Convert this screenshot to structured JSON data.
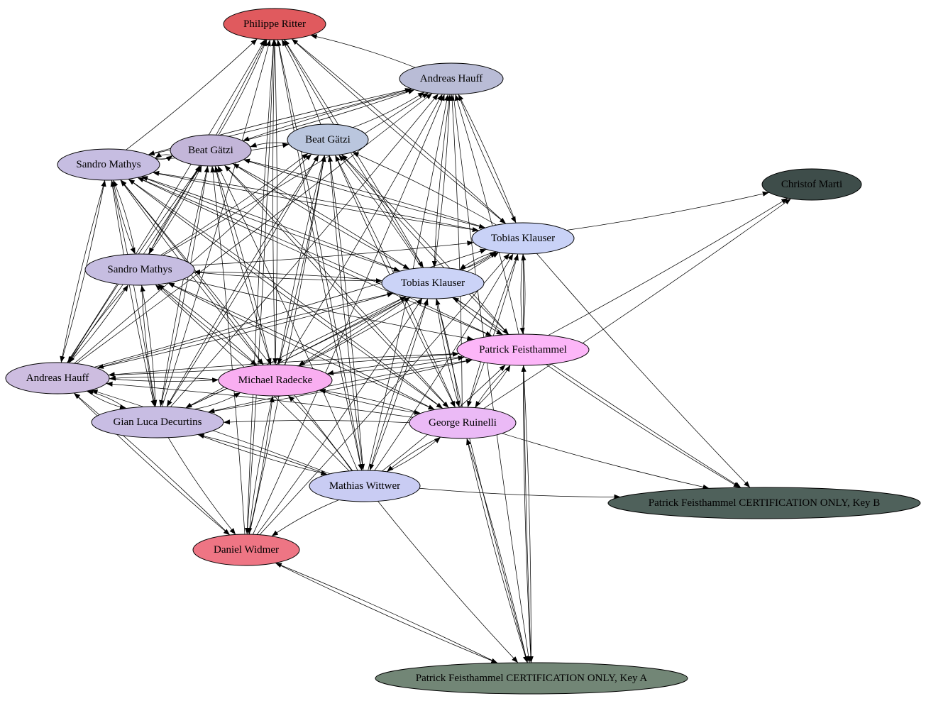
{
  "graph": {
    "nodes": [
      {
        "id": "n0",
        "label": "Philippe Ritter",
        "color": "#e05a5e",
        "text_color": "#000000"
      },
      {
        "id": "n1",
        "label": "Andreas Hauff",
        "color": "#b9bcd6",
        "text_color": "#000000"
      },
      {
        "id": "n2",
        "label": "Beat Gätzi",
        "color": "#c3b6d9",
        "text_color": "#000000"
      },
      {
        "id": "n3",
        "label": "Beat Gätzi",
        "color": "#bac6de",
        "text_color": "#000000"
      },
      {
        "id": "n4",
        "label": "Sandro Mathys",
        "color": "#c6bde1",
        "text_color": "#000000"
      },
      {
        "id": "n5",
        "label": "Christof Marti",
        "color": "#3e4d4a",
        "text_color": "#000000"
      },
      {
        "id": "n6",
        "label": "Tobias Klauser",
        "color": "#c9d2f7",
        "text_color": "#000000"
      },
      {
        "id": "n7",
        "label": "Sandro Mathys",
        "color": "#c6bde1",
        "text_color": "#000000"
      },
      {
        "id": "n8",
        "label": "Tobias Klauser",
        "color": "#cbd3f7",
        "text_color": "#000000"
      },
      {
        "id": "n9",
        "label": "Patrick Feisthammel",
        "color": "#fcb6f8",
        "text_color": "#000000"
      },
      {
        "id": "n10",
        "label": "Andreas Hauff",
        "color": "#cdbde0",
        "text_color": "#000000"
      },
      {
        "id": "n11",
        "label": "Michael Radecke",
        "color": "#f9aef1",
        "text_color": "#000000"
      },
      {
        "id": "n12",
        "label": "Gian Luca Decurtins",
        "color": "#c8bde3",
        "text_color": "#000000"
      },
      {
        "id": "n13",
        "label": "George Ruinelli",
        "color": "#ebbaf6",
        "text_color": "#000000"
      },
      {
        "id": "n14",
        "label": "Mathias Wittwer",
        "color": "#c9ccf3",
        "text_color": "#000000"
      },
      {
        "id": "n15",
        "label": "Patrick Feisthammel CERTIFICATION ONLY, Key B",
        "color": "#4f615b",
        "text_color": "#000000"
      },
      {
        "id": "n16",
        "label": "Daniel Widmer",
        "color": "#ee7584",
        "text_color": "#000000"
      },
      {
        "id": "n17",
        "label": "Patrick Feisthammel CERTIFICATION ONLY, Key A",
        "color": "#728676",
        "text_color": "#000000"
      }
    ],
    "edges": [
      [
        "n1",
        "n0"
      ],
      [
        "n2",
        "n0"
      ],
      [
        "n3",
        "n0"
      ],
      [
        "n4",
        "n0"
      ],
      [
        "n6",
        "n0"
      ],
      [
        "n7",
        "n0"
      ],
      [
        "n8",
        "n0"
      ],
      [
        "n10",
        "n0"
      ],
      [
        "n11",
        "n0"
      ],
      [
        "n12",
        "n0"
      ],
      [
        "n14",
        "n0"
      ],
      [
        "n16",
        "n0"
      ],
      [
        "n0",
        "n16"
      ],
      [
        "n0",
        "n11"
      ],
      [
        "n0",
        "n8"
      ],
      [
        "n0",
        "n6"
      ],
      [
        "n0",
        "n14"
      ],
      [
        "n2",
        "n1"
      ],
      [
        "n4",
        "n1"
      ],
      [
        "n3",
        "n1"
      ],
      [
        "n7",
        "n1"
      ],
      [
        "n10",
        "n1"
      ],
      [
        "n11",
        "n1"
      ],
      [
        "n12",
        "n1"
      ],
      [
        "n14",
        "n1"
      ],
      [
        "n16",
        "n1"
      ],
      [
        "n8",
        "n1"
      ],
      [
        "n6",
        "n1"
      ],
      [
        "n9",
        "n1"
      ],
      [
        "n13",
        "n1"
      ],
      [
        "n1",
        "n2"
      ],
      [
        "n1",
        "n4"
      ],
      [
        "n1",
        "n8"
      ],
      [
        "n1",
        "n6"
      ],
      [
        "n4",
        "n2"
      ],
      [
        "n3",
        "n2"
      ],
      [
        "n7",
        "n2"
      ],
      [
        "n10",
        "n2"
      ],
      [
        "n12",
        "n2"
      ],
      [
        "n11",
        "n2"
      ],
      [
        "n14",
        "n2"
      ],
      [
        "n8",
        "n2"
      ],
      [
        "n6",
        "n2"
      ],
      [
        "n16",
        "n2"
      ],
      [
        "n13",
        "n2"
      ],
      [
        "n2",
        "n4"
      ],
      [
        "n2",
        "n7"
      ],
      [
        "n2",
        "n11"
      ],
      [
        "n2",
        "n13"
      ],
      [
        "n2",
        "n6"
      ],
      [
        "n2",
        "n8"
      ],
      [
        "n2",
        "n10"
      ],
      [
        "n2",
        "n12"
      ],
      [
        "n4",
        "n3"
      ],
      [
        "n7",
        "n3"
      ],
      [
        "n10",
        "n3"
      ],
      [
        "n12",
        "n3"
      ],
      [
        "n11",
        "n3"
      ],
      [
        "n14",
        "n3"
      ],
      [
        "n8",
        "n3"
      ],
      [
        "n6",
        "n3"
      ],
      [
        "n16",
        "n3"
      ],
      [
        "n13",
        "n3"
      ],
      [
        "n9",
        "n3"
      ],
      [
        "n3",
        "n11"
      ],
      [
        "n3",
        "n13"
      ],
      [
        "n3",
        "n14"
      ],
      [
        "n3",
        "n9"
      ],
      [
        "n3",
        "n12"
      ],
      [
        "n7",
        "n4"
      ],
      [
        "n10",
        "n4"
      ],
      [
        "n12",
        "n4"
      ],
      [
        "n11",
        "n4"
      ],
      [
        "n8",
        "n4"
      ],
      [
        "n6",
        "n4"
      ],
      [
        "n13",
        "n4"
      ],
      [
        "n9",
        "n4"
      ],
      [
        "n14",
        "n4"
      ],
      [
        "n4",
        "n7"
      ],
      [
        "n4",
        "n10"
      ],
      [
        "n4",
        "n12"
      ],
      [
        "n4",
        "n11"
      ],
      [
        "n4",
        "n8"
      ],
      [
        "n4",
        "n6"
      ],
      [
        "n4",
        "n13"
      ],
      [
        "n4",
        "n9"
      ],
      [
        "n6",
        "n5"
      ],
      [
        "n9",
        "n5"
      ],
      [
        "n13",
        "n5"
      ],
      [
        "n7",
        "n6"
      ],
      [
        "n8",
        "n6"
      ],
      [
        "n9",
        "n6"
      ],
      [
        "n10",
        "n6"
      ],
      [
        "n11",
        "n6"
      ],
      [
        "n12",
        "n6"
      ],
      [
        "n13",
        "n6"
      ],
      [
        "n14",
        "n6"
      ],
      [
        "n16",
        "n6"
      ],
      [
        "n6",
        "n8"
      ],
      [
        "n6",
        "n9"
      ],
      [
        "n6",
        "n13"
      ],
      [
        "n6",
        "n15"
      ],
      [
        "n6",
        "n17"
      ],
      [
        "n8",
        "n7"
      ],
      [
        "n10",
        "n7"
      ],
      [
        "n12",
        "n7"
      ],
      [
        "n11",
        "n7"
      ],
      [
        "n13",
        "n7"
      ],
      [
        "n14",
        "n7"
      ],
      [
        "n7",
        "n8"
      ],
      [
        "n7",
        "n10"
      ],
      [
        "n7",
        "n12"
      ],
      [
        "n7",
        "n11"
      ],
      [
        "n7",
        "n13"
      ],
      [
        "n7",
        "n9"
      ],
      [
        "n10",
        "n8"
      ],
      [
        "n12",
        "n8"
      ],
      [
        "n11",
        "n8"
      ],
      [
        "n13",
        "n8"
      ],
      [
        "n14",
        "n8"
      ],
      [
        "n9",
        "n8"
      ],
      [
        "n16",
        "n8"
      ],
      [
        "n8",
        "n9"
      ],
      [
        "n8",
        "n13"
      ],
      [
        "n8",
        "n10"
      ],
      [
        "n8",
        "n12"
      ],
      [
        "n8",
        "n14"
      ],
      [
        "n8",
        "n15"
      ],
      [
        "n8",
        "n11"
      ],
      [
        "n10",
        "n9"
      ],
      [
        "n11",
        "n9"
      ],
      [
        "n12",
        "n9"
      ],
      [
        "n13",
        "n9"
      ],
      [
        "n14",
        "n9"
      ],
      [
        "n17",
        "n9"
      ],
      [
        "n9",
        "n11"
      ],
      [
        "n9",
        "n13"
      ],
      [
        "n9",
        "n17"
      ],
      [
        "n9",
        "n15"
      ],
      [
        "n9",
        "n12"
      ],
      [
        "n9",
        "n10"
      ],
      [
        "n11",
        "n10"
      ],
      [
        "n12",
        "n10"
      ],
      [
        "n13",
        "n10"
      ],
      [
        "n14",
        "n10"
      ],
      [
        "n16",
        "n10"
      ],
      [
        "n10",
        "n12"
      ],
      [
        "n10",
        "n16"
      ],
      [
        "n10",
        "n11"
      ],
      [
        "n12",
        "n11"
      ],
      [
        "n13",
        "n11"
      ],
      [
        "n14",
        "n11"
      ],
      [
        "n16",
        "n11"
      ],
      [
        "n11",
        "n16"
      ],
      [
        "n11",
        "n13"
      ],
      [
        "n13",
        "n12"
      ],
      [
        "n14",
        "n12"
      ],
      [
        "n12",
        "n14"
      ],
      [
        "n12",
        "n16"
      ],
      [
        "n14",
        "n13"
      ],
      [
        "n13",
        "n14"
      ],
      [
        "n13",
        "n15"
      ],
      [
        "n13",
        "n17"
      ],
      [
        "n17",
        "n13"
      ],
      [
        "n14",
        "n15"
      ],
      [
        "n14",
        "n16"
      ],
      [
        "n14",
        "n17"
      ],
      [
        "n16",
        "n17"
      ],
      [
        "n17",
        "n16"
      ],
      [
        "n8",
        "n17"
      ],
      [
        "n1",
        "n17"
      ]
    ]
  }
}
